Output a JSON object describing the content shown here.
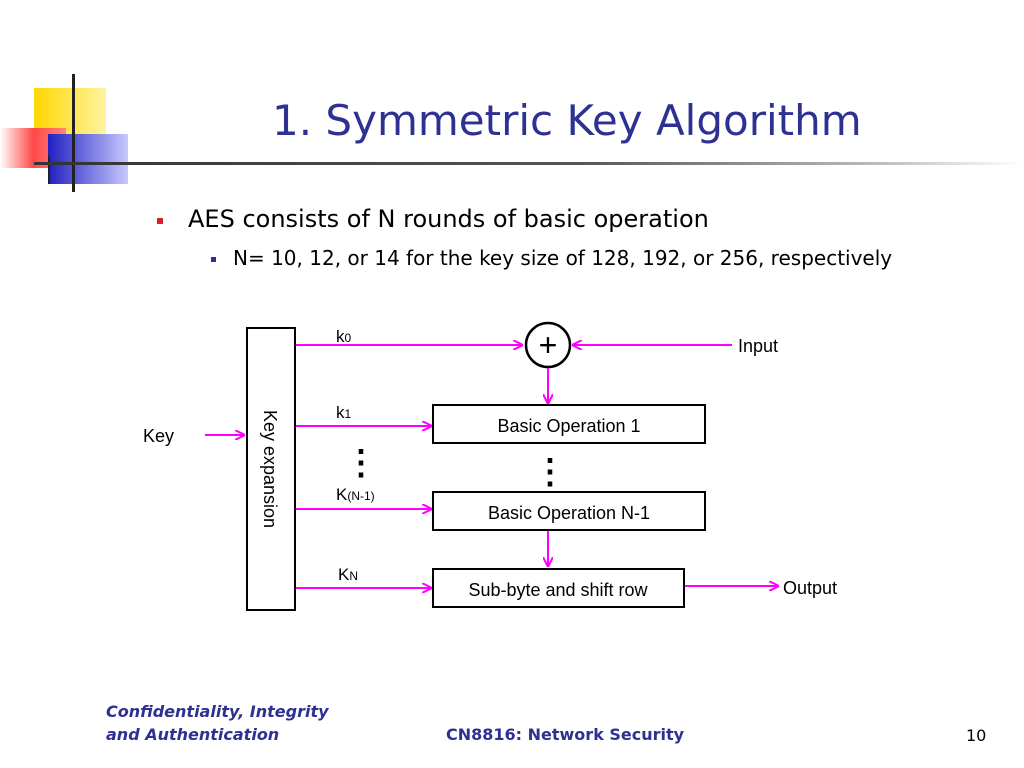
{
  "slide": {
    "title": "1. Symmetric Key Algorithm",
    "bullets": [
      {
        "text": "AES consists of  N rounds of basic operation",
        "sub": [
          "N= 10, 12, or 14 for the key size of 128, 192, or 256, respectively"
        ]
      }
    ]
  },
  "diagram": {
    "key_label": "Key",
    "key_expansion_label": "Key expansion",
    "subkeys": {
      "k0": "k",
      "k0_sub": "0",
      "k1": "k",
      "k1_sub": "1",
      "kn1": "K",
      "kn1_sub": "(N-1)",
      "kn": "K",
      "kn_sub": "N"
    },
    "xor_symbol": "+",
    "input_label": "Input",
    "output_label": "Output",
    "boxes": [
      "Basic Operation 1",
      "Basic Operation N-1",
      "Sub-byte and shift row"
    ],
    "ellipsis": "⋮",
    "arrow_color": "#ff00ff"
  },
  "footer": {
    "left_line1": "Confidentiality, Integrity",
    "left_line2": "and Authentication",
    "center": "CN8816: Network Security",
    "page": "10"
  }
}
